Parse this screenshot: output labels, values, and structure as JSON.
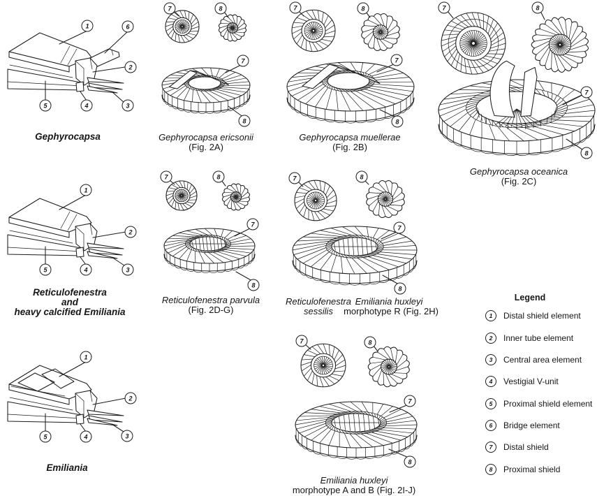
{
  "figure_labels": {
    "n1": "1",
    "n2": "2",
    "n3": "3",
    "n4": "4",
    "n5": "5",
    "n6": "6",
    "n7": "7",
    "n8": "8"
  },
  "panels": {
    "gephyrocapsa": {
      "caption": "Gephyrocapsa"
    },
    "ericsonii": {
      "caption_species": "Gephyrocapsa ericsonii",
      "caption_fig": "(Fig. 2A)"
    },
    "muellerae": {
      "caption_species": "Gephyrocapsa muellerae",
      "caption_fig": "(Fig. 2B)"
    },
    "oceanica": {
      "caption_species": "Gephyrocapsa oceanica",
      "caption_fig": "(Fig. 2C)"
    },
    "reticulofenestra": {
      "caption_line1": "Reticulofenestra",
      "caption_line2": "and",
      "caption_line3": "heavy calcified Emiliania"
    },
    "parvula": {
      "caption_species": "Reticulofenestra parvula",
      "caption_fig": "(Fig. 2D-G)"
    },
    "sessilis": {
      "caption_line1": "Reticulofenestra",
      "caption_line2": "sessilis"
    },
    "huxleyi_r": {
      "caption_species": "Emiliania huxleyi",
      "caption_fig": "morphotype R (Fig. 2H)"
    },
    "emiliania": {
      "caption": "Emiliania"
    },
    "huxleyi_ab": {
      "caption_species": "Emiliania huxleyi",
      "caption_fig": "morphotype A and B (Fig. 2I-J)"
    }
  },
  "legend": {
    "title": "Legend",
    "items": [
      {
        "num": "1",
        "label": "Distal shield element"
      },
      {
        "num": "2",
        "label": "Inner tube element"
      },
      {
        "num": "3",
        "label": "Central area element"
      },
      {
        "num": "4",
        "label": "Vestigial V-unit"
      },
      {
        "num": "5",
        "label": "Proximal shield element"
      },
      {
        "num": "6",
        "label": "Bridge element"
      },
      {
        "num": "7",
        "label": "Distal shield"
      },
      {
        "num": "8",
        "label": "Proximal shield"
      }
    ]
  }
}
